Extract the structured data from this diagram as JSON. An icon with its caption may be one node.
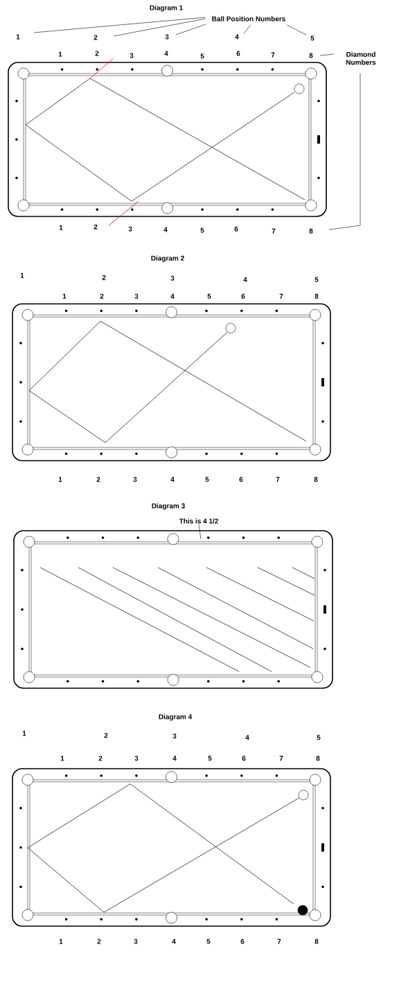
{
  "diagram": {
    "nodes": [
      {
        "text": [
          "Ball Position Numbers"
        ]
      },
      {
        "text": [
          "1"
        ]
      },
      {
        "text": [
          "2"
        ]
      },
      {
        "text": [
          "3"
        ]
      },
      {
        "text": [
          "4"
        ]
      },
      {
        "text": [
          "5"
        ]
      },
      {
        "text": [
          "Diamond Numbers"
        ]
      },
      {
        "text": [
          "8"
        ]
      },
      {
        "text": [
          "8"
        ]
      },
      {
        "text": [
          "This is 4 1/2"
        ]
      }
    ],
    "edges": [
      {
        "from": 0,
        "to": 1,
        "arrow": "none"
      },
      {
        "from": 0,
        "to": 2,
        "arrow": "none"
      },
      {
        "from": 0,
        "to": 3,
        "arrow": "none"
      },
      {
        "from": 0,
        "to": 4,
        "arrow": "none"
      },
      {
        "from": 0,
        "to": 5,
        "arrow": "none"
      },
      {
        "from": 6,
        "to": 7,
        "arrow": "none"
      },
      {
        "from": 6,
        "to": 8,
        "arrow": "none"
      },
      {
        "from": 9,
        "to": null,
        "arrow": "none"
      }
    ],
    "labels": [
      "Diagram 1",
      "1",
      "2",
      "3",
      "4",
      "5",
      "6",
      "7",
      "1",
      "2",
      "3",
      "4",
      "5",
      "6",
      "7",
      "Diagram 2",
      "1",
      "2",
      "3",
      "4",
      "5",
      "1",
      "2",
      "3",
      "4",
      "5",
      "6",
      "7",
      "8",
      "1",
      "2",
      "3",
      "4",
      "5",
      "6",
      "7",
      "8",
      "Diagram 3",
      "Diagram 4",
      "1",
      "2",
      "3",
      "4",
      "5",
      "1",
      "2",
      "3",
      "4",
      "5",
      "6",
      "7",
      "8",
      "1",
      "2",
      "3",
      "4",
      "5",
      "6",
      "7",
      "8"
    ]
  }
}
